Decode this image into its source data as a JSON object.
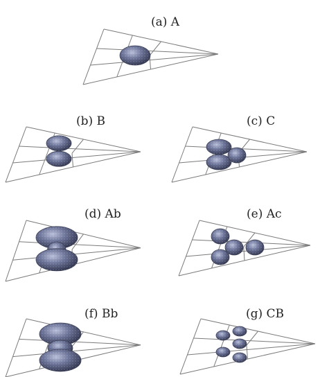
{
  "panels": [
    {
      "id": "a",
      "label": "(a) A",
      "lobes": [
        [
          0.0,
          0.0,
          "large"
        ]
      ]
    },
    {
      "id": "b",
      "label": "(b)  B",
      "lobes": [
        [
          0.0,
          -0.28,
          "medium"
        ],
        [
          0.0,
          0.28,
          "medium"
        ]
      ]
    },
    {
      "id": "c",
      "label": "(c)  C",
      "lobes": [
        [
          -0.35,
          -0.25,
          "medium"
        ],
        [
          -0.35,
          0.3,
          "medium"
        ],
        [
          0.3,
          0.05,
          "small"
        ]
      ]
    },
    {
      "id": "d",
      "label": "(d)  Ab",
      "lobes": [
        [
          0.0,
          -0.38,
          "xlarge"
        ],
        [
          0.0,
          0.05,
          "small"
        ],
        [
          0.0,
          0.42,
          "xlarge"
        ]
      ]
    },
    {
      "id": "e",
      "label": "(e)  Ac",
      "lobes": [
        [
          -0.55,
          -0.35,
          "small"
        ],
        [
          -0.55,
          0.4,
          "small"
        ],
        [
          -0.05,
          0.05,
          "small"
        ],
        [
          0.7,
          0.05,
          "small"
        ]
      ]
    },
    {
      "id": "f",
      "label": "(f)  Bb",
      "lobes": [
        [
          0.05,
          -0.45,
          "xlarge"
        ],
        [
          0.05,
          0.05,
          "medium"
        ],
        [
          0.05,
          0.5,
          "xlarge"
        ]
      ]
    },
    {
      "id": "g",
      "label": "(g)  CB",
      "lobes": [
        [
          -0.45,
          -0.35,
          "tiny"
        ],
        [
          -0.45,
          0.25,
          "tiny"
        ],
        [
          0.15,
          -0.5,
          "tiny"
        ],
        [
          0.15,
          -0.05,
          "tiny"
        ],
        [
          0.15,
          0.45,
          "tiny"
        ]
      ]
    }
  ],
  "colors": {
    "blob": "#5a6488",
    "blob_light": "#9aa3c4",
    "blob_dark": "#2a2f48",
    "frame": "#7a7a7a"
  }
}
